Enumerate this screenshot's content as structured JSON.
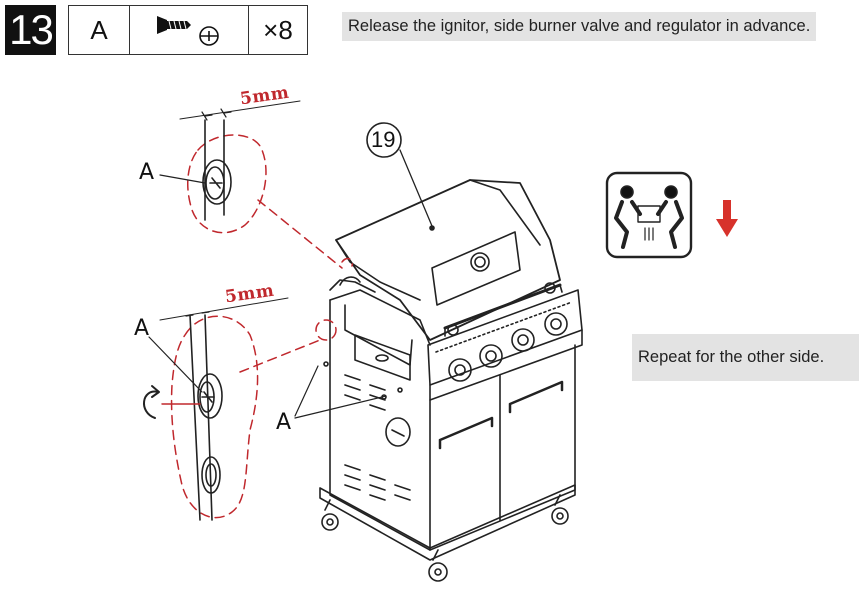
{
  "step": {
    "number": "13"
  },
  "parts": {
    "letter": "A",
    "icon": "screw-icon",
    "quantity": "×8"
  },
  "instructions": {
    "top": "Release the ignitor, side burner valve and regulator in advance.",
    "side": "Repeat for the other side."
  },
  "labels": {
    "part_a_top": "A",
    "part_a_middle": "A",
    "part_a_bottom": "A",
    "dimension_top": "5mm",
    "dimension_middle": "5mm",
    "callout_number": "19"
  },
  "icons": {
    "two_person_lift": "two-person-lift-icon",
    "down_arrow": "red-down-arrow-icon",
    "rotate": "rotate-icon"
  },
  "colors": {
    "accent_red": "#d7322b",
    "dimension_red": "#c0282d",
    "note_bg": "#e3e3e3",
    "line": "#222222"
  }
}
